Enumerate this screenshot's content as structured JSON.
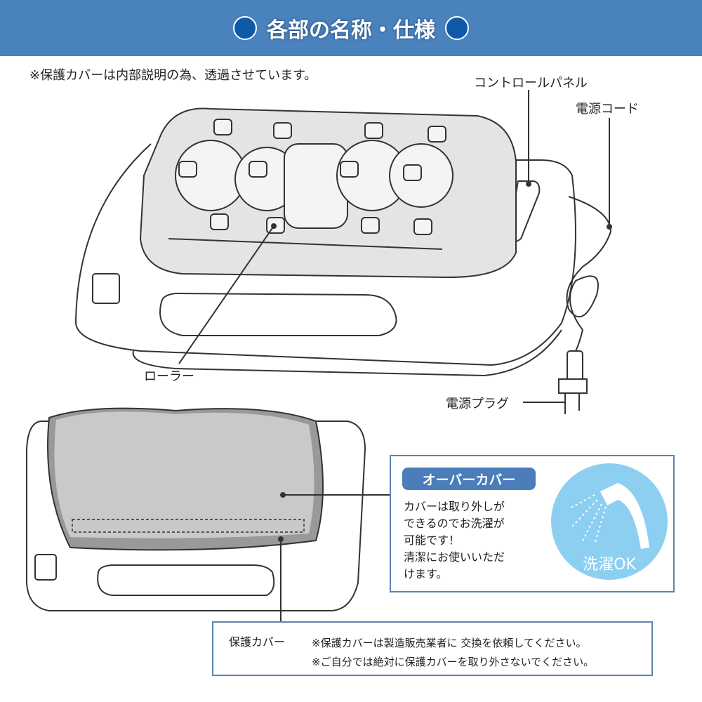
{
  "header": {
    "title": "各部の名称・仕様"
  },
  "note": "※保護カバーは内部説明の為、透過させています。",
  "labels": {
    "control_panel": "コントロールパネル",
    "power_cord": "電源コード",
    "roller": "ローラー",
    "power_plug": "電源プラグ"
  },
  "over_cover": {
    "badge": "オーバーカバー",
    "lines": [
      "カバーは取り外しが",
      "できるのでお洗濯が",
      "可能です！",
      "清潔にお使いいただ",
      "けます。"
    ],
    "wash_label": "洗濯OK",
    "wash_color": "#8dcff0"
  },
  "protective_cover": {
    "label": "保護カバー",
    "notes": [
      "※保護カバーは製造販売業者に 交換を依頼してください。",
      "※ご自分では絶対に保護カバーを取り外さないでください。"
    ]
  }
}
